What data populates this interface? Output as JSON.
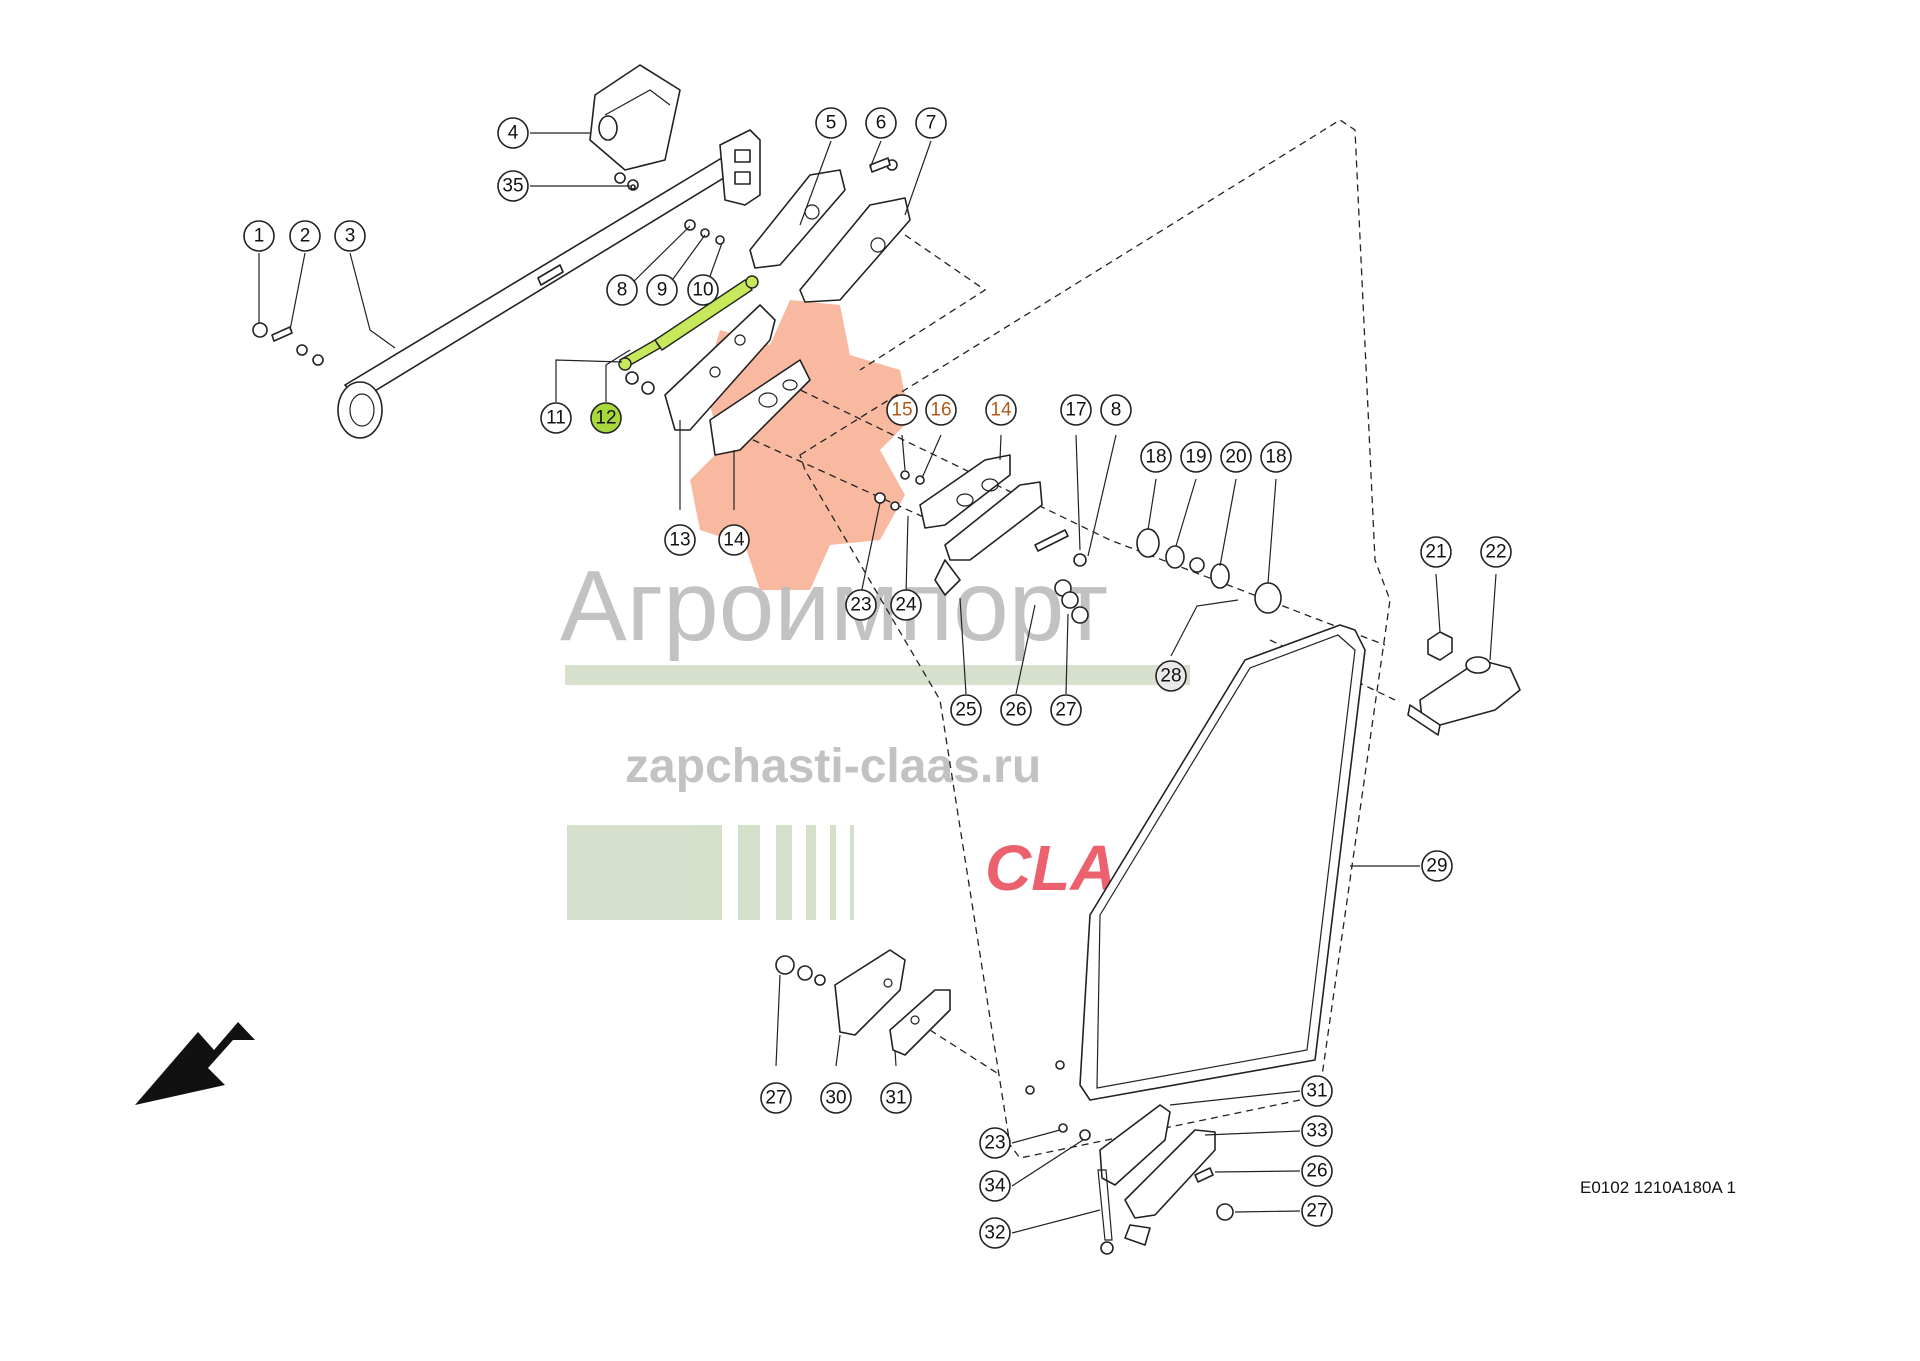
{
  "drawing_code": "E0102 1210A180A 1",
  "selected_part": "12",
  "watermark": {
    "company": "Агроимпорт",
    "site": "zapchasti-claas.ru",
    "brand": "CLAAS"
  },
  "colors": {
    "highlight_fill": "#a8d83c",
    "highlight_text": "#b05a1a",
    "selected_part_fill": "#c6e85a",
    "watermark_orange": "#f2794a",
    "watermark_grey": "#b9b9b9",
    "watermark_green": "#cfdcc3",
    "watermark_red": "#e63b4b"
  },
  "callouts": [
    {
      "id": "c1",
      "label": "1",
      "style": "normal"
    },
    {
      "id": "c2",
      "label": "2",
      "style": "normal"
    },
    {
      "id": "c3",
      "label": "3",
      "style": "normal"
    },
    {
      "id": "c4",
      "label": "4",
      "style": "normal"
    },
    {
      "id": "c35",
      "label": "35",
      "style": "normal"
    },
    {
      "id": "c5",
      "label": "5",
      "style": "normal"
    },
    {
      "id": "c6",
      "label": "6",
      "style": "normal"
    },
    {
      "id": "c7",
      "label": "7",
      "style": "normal"
    },
    {
      "id": "c8a",
      "label": "8",
      "style": "normal"
    },
    {
      "id": "c9",
      "label": "9",
      "style": "normal"
    },
    {
      "id": "c10",
      "label": "10",
      "style": "normal"
    },
    {
      "id": "c11",
      "label": "11",
      "style": "normal"
    },
    {
      "id": "c12",
      "label": "12",
      "style": "highlight"
    },
    {
      "id": "c13",
      "label": "13",
      "style": "normal"
    },
    {
      "id": "c14a",
      "label": "14",
      "style": "normal"
    },
    {
      "id": "c15",
      "label": "15",
      "style": "highlight-text"
    },
    {
      "id": "c16",
      "label": "16",
      "style": "highlight-text"
    },
    {
      "id": "c14b",
      "label": "14",
      "style": "highlight-text"
    },
    {
      "id": "c17",
      "label": "17",
      "style": "normal"
    },
    {
      "id": "c8b",
      "label": "8",
      "style": "normal"
    },
    {
      "id": "c18a",
      "label": "18",
      "style": "normal"
    },
    {
      "id": "c19",
      "label": "19",
      "style": "normal"
    },
    {
      "id": "c20",
      "label": "20",
      "style": "normal"
    },
    {
      "id": "c18b",
      "label": "18",
      "style": "normal"
    },
    {
      "id": "c21",
      "label": "21",
      "style": "normal"
    },
    {
      "id": "c22",
      "label": "22",
      "style": "normal"
    },
    {
      "id": "c23a",
      "label": "23",
      "style": "normal"
    },
    {
      "id": "c24",
      "label": "24",
      "style": "normal"
    },
    {
      "id": "c25",
      "label": "25",
      "style": "normal"
    },
    {
      "id": "c26a",
      "label": "26",
      "style": "normal"
    },
    {
      "id": "c27a",
      "label": "27",
      "style": "normal"
    },
    {
      "id": "c28",
      "label": "28",
      "style": "normal"
    },
    {
      "id": "c29",
      "label": "29",
      "style": "normal"
    },
    {
      "id": "c27b",
      "label": "27",
      "style": "normal"
    },
    {
      "id": "c30",
      "label": "30",
      "style": "normal"
    },
    {
      "id": "c31a",
      "label": "31",
      "style": "normal"
    },
    {
      "id": "c31b",
      "label": "31",
      "style": "normal"
    },
    {
      "id": "c33",
      "label": "33",
      "style": "normal"
    },
    {
      "id": "c23b",
      "label": "23",
      "style": "normal"
    },
    {
      "id": "c26b",
      "label": "26",
      "style": "normal"
    },
    {
      "id": "c34",
      "label": "34",
      "style": "normal"
    },
    {
      "id": "c27c",
      "label": "27",
      "style": "normal"
    },
    {
      "id": "c32",
      "label": "32",
      "style": "normal"
    }
  ]
}
